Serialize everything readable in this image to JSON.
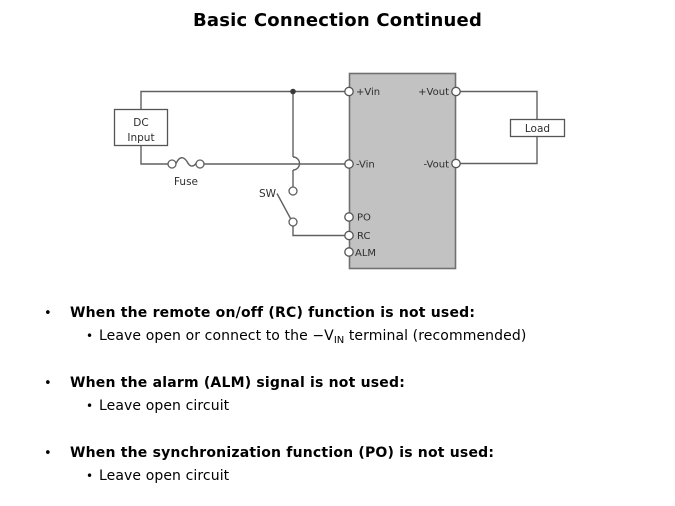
{
  "title": "Basic Connection Continued",
  "diagram": {
    "dc_input": {
      "line1": "DC",
      "line2": "Input"
    },
    "fuse_label": "Fuse",
    "sw_label": "SW",
    "load_label": "Load",
    "module_terminals": {
      "vin_plus": "+Vin",
      "vin_minus": "-Vin",
      "vout_plus": "+Vout",
      "vout_minus": "-Vout",
      "po": "PO",
      "rc": "RC",
      "alm": "ALM"
    },
    "colors": {
      "module_fill": "#c2c2c2",
      "module_border": "#707070",
      "wire": "#606060",
      "label_text": "#2e2e2e"
    }
  },
  "bullets": [
    {
      "heading": "When the remote on/off (RC) function is not used:",
      "sub_pre": "Leave open or connect to the −V",
      "sub_subscript": "IN",
      "sub_post": " terminal (recommended)"
    },
    {
      "heading": "When the alarm (ALM) signal is not used:",
      "sub_pre": "Leave open circuit",
      "sub_subscript": "",
      "sub_post": ""
    },
    {
      "heading": "When the synchronization function (PO) is not used:",
      "sub_pre": "Leave open circuit",
      "sub_subscript": "",
      "sub_post": ""
    }
  ]
}
